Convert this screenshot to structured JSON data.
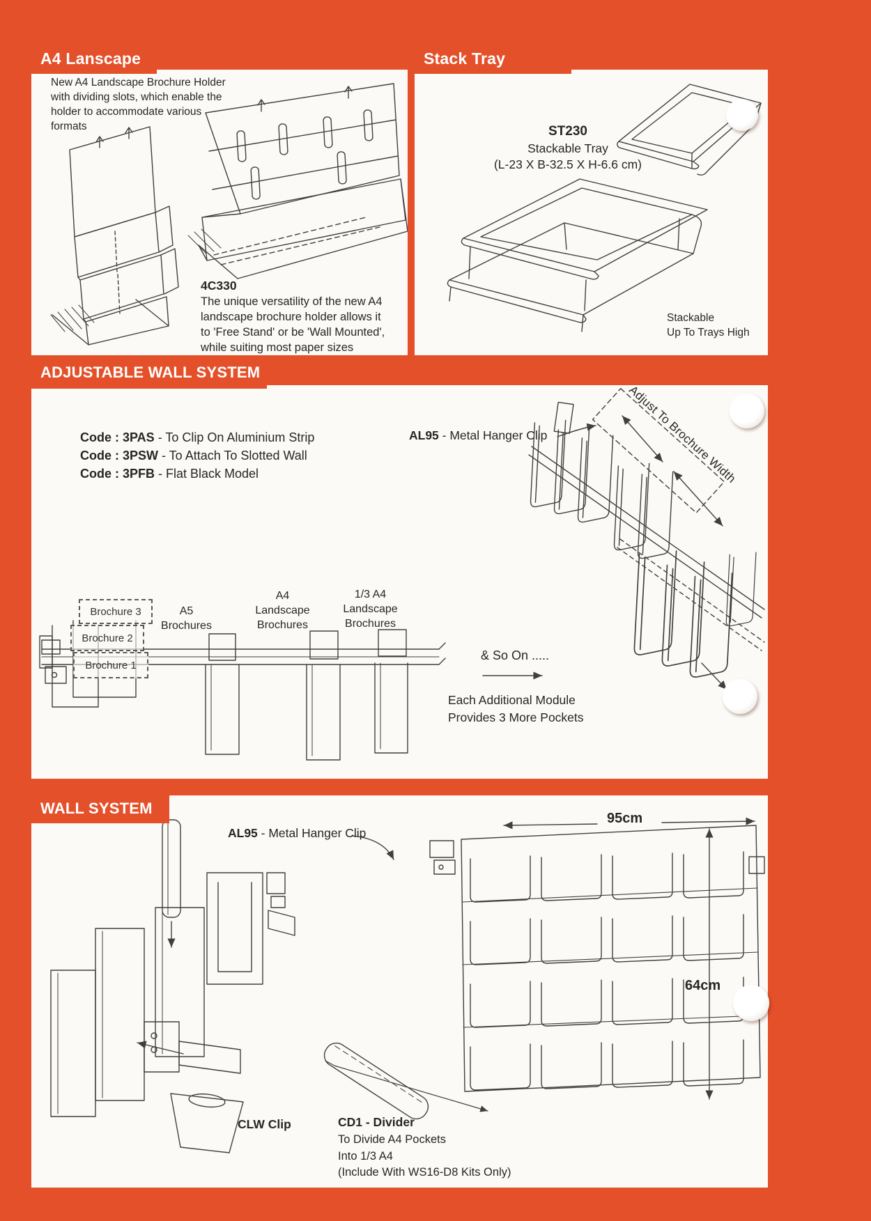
{
  "colors": {
    "accent_orange": "#e4502a",
    "paper_white": "#fbfaf6"
  },
  "sections": {
    "a4": {
      "title": "A4 Lanscape",
      "intro": "New A4 Landscape Brochure Holder\nwith dividing slots, which enable the\nholder to accommodate various\nformats",
      "product_code": "4C330",
      "description": "The unique versatility of the new A4\nlandscape brochure holder allows it\nto 'Free Stand' or be 'Wall Mounted',\nwhile suiting most paper sizes"
    },
    "stack_tray": {
      "title": "Stack Tray",
      "product_code": "ST230",
      "product_name": "Stackable Tray",
      "dimensions": "(L-23 X B-32.5 X H-6.6 cm)",
      "note": "Stackable\nUp To Trays High"
    },
    "adjustable": {
      "title": "ADJUSTABLE WALL SYSTEM",
      "codes": [
        {
          "code": "Code : 3PAS",
          "desc": " - To Clip On Aluminium Strip"
        },
        {
          "code": "Code : 3PSW",
          "desc": " - To Attach To Slotted Wall"
        },
        {
          "code": "Code : 3PFB",
          "desc": " - Flat Black Model"
        }
      ],
      "clip_code": "AL95",
      "clip_desc": " - Metal Hanger Clip",
      "adjust_note": "Adjust To Brochure Width",
      "brochure_labels": [
        "Brochure 3",
        "Brochure 2",
        "Brochure 1"
      ],
      "size_labels": [
        "A5\nBrochures",
        "A4\nLandscape\nBrochures",
        "1/3 A4\nLandscape\nBrochures"
      ],
      "so_on": "& So On .....",
      "module_note": "Each Additional Module\nProvides 3 More Pockets"
    },
    "wall": {
      "title": "WALL SYSTEM",
      "clip_code": "AL95",
      "clip_desc": " - Metal Hanger Clip",
      "width_dim": "95cm",
      "height_dim": "64cm",
      "clw_label": "CLW Clip",
      "cd1_title": "CD1  - Divider",
      "cd1_note": "To Divide A4 Pockets\nInto 1/3 A4\n(Include With WS16-D8 Kits Only)"
    }
  }
}
